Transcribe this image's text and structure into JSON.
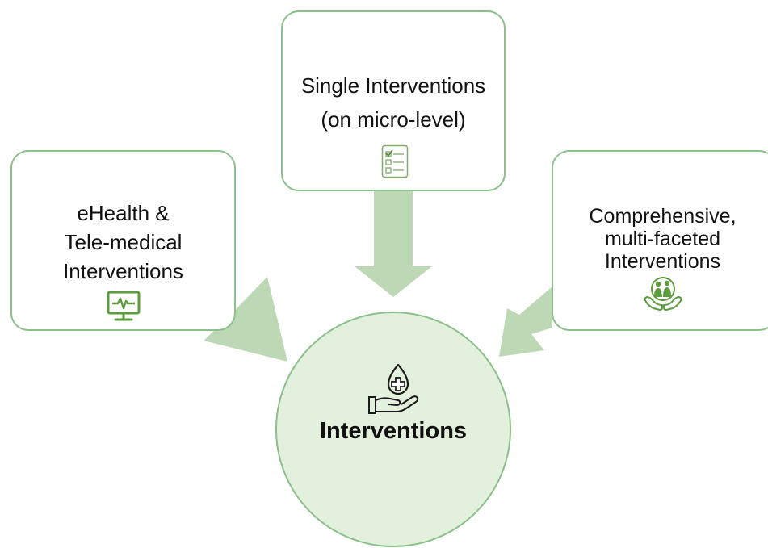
{
  "diagram": {
    "center": {
      "label": "Interventions",
      "icon": "hand-blood-drop-icon"
    },
    "nodes": [
      {
        "id": "ehealth",
        "label": "eHealth &\nTele-medical\nInterventions",
        "icon": "monitor-heartbeat-icon"
      },
      {
        "id": "single",
        "label": "Single Interventions\n(on micro-level)",
        "icon": "checklist-icon"
      },
      {
        "id": "comprehensive",
        "label": "Comprehensive,\nmulti-faceted\nInterventions",
        "icon": "hands-caring-people-icon"
      }
    ],
    "colors": {
      "border": "#8cc08a",
      "arrow": "#bcd8b4",
      "circle_fill": "#e3f0dd",
      "icon_green": "#5d9b3f",
      "text": "#111111"
    }
  }
}
